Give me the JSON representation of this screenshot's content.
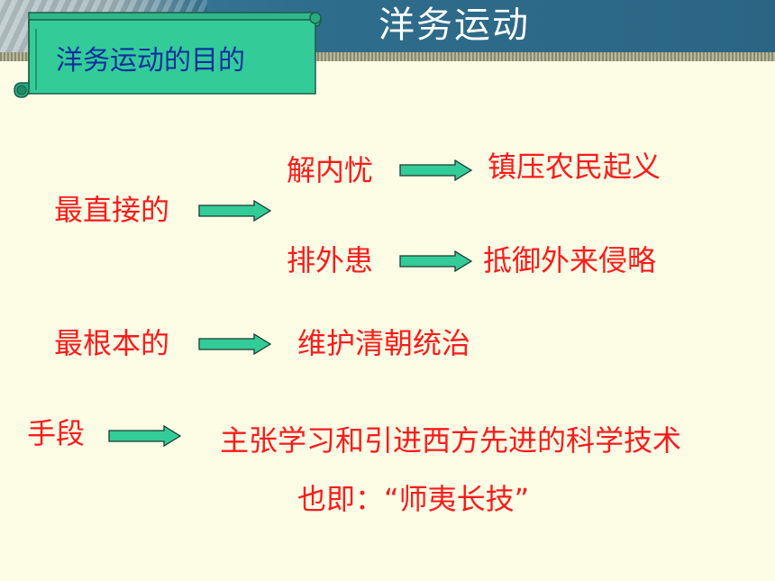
{
  "header": {
    "title": "洋务运动"
  },
  "banner": {
    "title": "洋务运动的目的"
  },
  "purposes": {
    "direct_label": "最直接的",
    "internal_label": "解内忧",
    "internal_result": "镇压农民起义",
    "external_label": "排外患",
    "external_result": "抵御外来侵略",
    "fundamental_label": "最根本的",
    "fundamental_result": "维护清朝统治"
  },
  "means": {
    "label": "手段",
    "line1": "主张学习和引进西方先进的科学技术",
    "line2": "也即：“师夷长技”"
  },
  "colors": {
    "text": "#ff1a1a",
    "banner_fill": "#33cc99",
    "banner_text": "#0b2fa0",
    "arrow_fill": "#33cc99",
    "background": "#fdfde6"
  }
}
